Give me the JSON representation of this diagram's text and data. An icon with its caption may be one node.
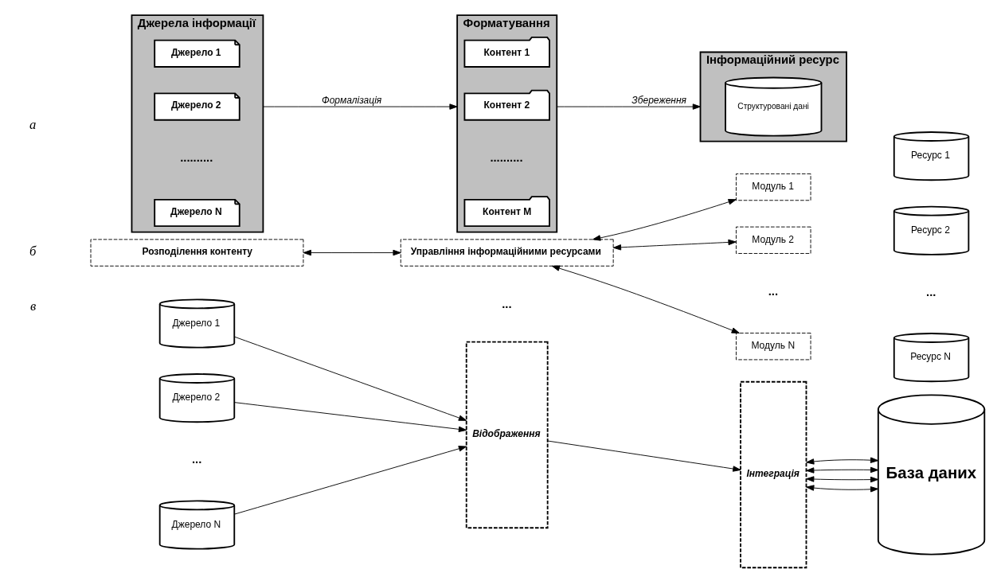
{
  "diagram": {
    "nodes": [
      {
        "text": [
          "Джерела інформації"
        ]
      },
      {
        "text": [
          "Джерело 1"
        ],
        "in": 0
      },
      {
        "text": [
          "Джерело 2"
        ],
        "in": 0
      },
      {
        "text": [
          "Джерело N"
        ],
        "in": 0
      },
      {
        "text": [
          "Форматування"
        ]
      },
      {
        "text": [
          "Контент 1"
        ],
        "in": 4
      },
      {
        "text": [
          "Контент 2"
        ],
        "in": 4
      },
      {
        "text": [
          "Контент M"
        ],
        "in": 4
      },
      {
        "text": [
          "Інформаційний ресурс"
        ]
      },
      {
        "text": [
          "Структуровані дані"
        ],
        "in": 8
      },
      {
        "text": [
          "Розподілення контенту"
        ]
      },
      {
        "text": [
          "Управління інформаційними ресурсами"
        ]
      },
      {
        "text": [
          "Модуль 1"
        ]
      },
      {
        "text": [
          "Модуль 2"
        ]
      },
      {
        "text": [
          "Модуль N"
        ]
      },
      {
        "text": [
          "Ресурс 1"
        ]
      },
      {
        "text": [
          "Ресурс 2"
        ]
      },
      {
        "text": [
          "Ресурс N"
        ]
      },
      {
        "text": [
          "Джерело 1"
        ]
      },
      {
        "text": [
          "Джерело 2"
        ]
      },
      {
        "text": [
          "Джерело N"
        ]
      },
      {
        "text": [
          "Відображення"
        ]
      },
      {
        "text": [
          "Інтеграція"
        ]
      },
      {
        "text": [
          "База даних"
        ]
      }
    ],
    "edges": [
      {
        "from": 0,
        "to": 4,
        "arrow": "to",
        "label": "Формалізація"
      },
      {
        "from": 4,
        "to": 8,
        "arrow": "to",
        "label": "Збереження"
      },
      {
        "from": 10,
        "to": 11,
        "arrow": "both"
      },
      {
        "from": 11,
        "to": 12,
        "arrow": "both"
      },
      {
        "from": 11,
        "to": 13,
        "arrow": "both"
      },
      {
        "from": 11,
        "to": 14,
        "arrow": "both"
      },
      {
        "from": 18,
        "to": 21,
        "arrow": "to"
      },
      {
        "from": 19,
        "to": 21,
        "arrow": "to"
      },
      {
        "from": 20,
        "to": 21,
        "arrow": "to"
      },
      {
        "from": 21,
        "to": 22,
        "arrow": "to"
      },
      {
        "from": 22,
        "to": 23,
        "arrow": "both"
      },
      {
        "from": 22,
        "to": 23,
        "arrow": "both"
      },
      {
        "from": 22,
        "to": 23,
        "arrow": "both"
      },
      {
        "from": 22,
        "to": 23,
        "arrow": "both"
      }
    ],
    "labels": [
      "а",
      "..........",
      "..........",
      "б",
      "...",
      "...",
      "...",
      "в",
      "..."
    ]
  }
}
